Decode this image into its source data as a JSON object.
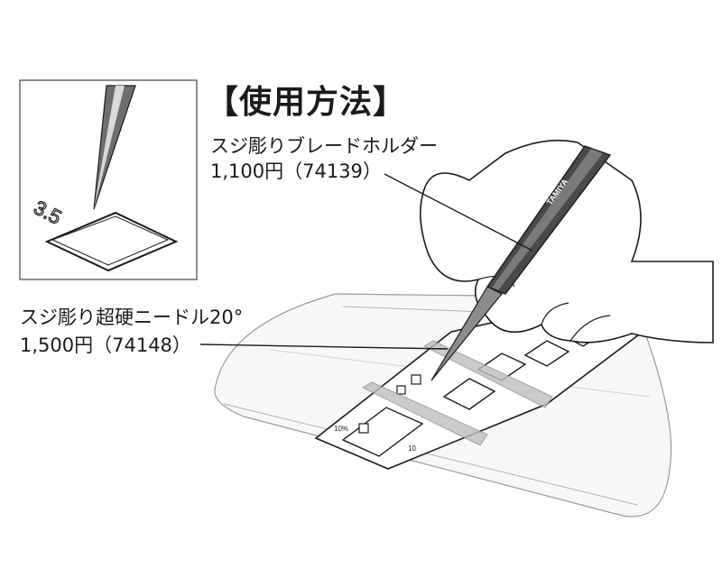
{
  "title": "【使用方法】",
  "callouts": {
    "blade_holder": {
      "name": "スジ彫りブレードホルダー",
      "price": "1,100円（74139）"
    },
    "needle": {
      "name": "スジ彫り超硬ニードル20°",
      "price": "1,500円（74148）"
    }
  },
  "inset": {
    "template_label": "3.5"
  },
  "tool": {
    "brand_text": "TAMIYA"
  },
  "template": {
    "labels": [
      "10%",
      "10"
    ]
  },
  "colors": {
    "line": "#1a1a1a",
    "tape": "#bdbdbd",
    "tool_dark": "#3a3a3a",
    "paper": "#ffffff"
  }
}
